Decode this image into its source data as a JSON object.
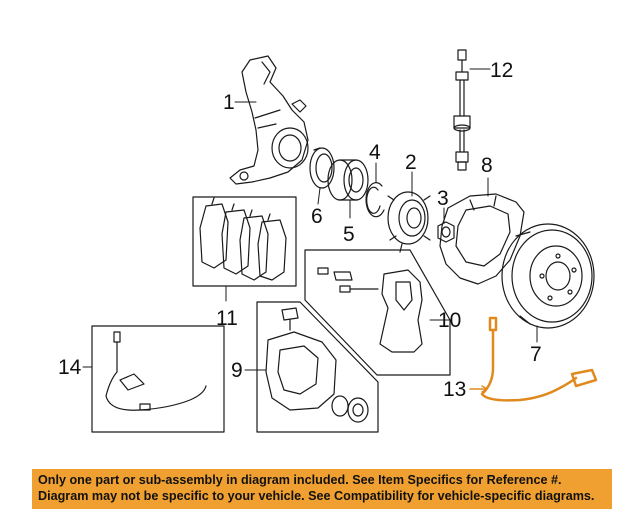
{
  "callouts": {
    "c1": "1",
    "c2": "2",
    "c3": "3",
    "c4": "4",
    "c5": "5",
    "c6": "6",
    "c7": "7",
    "c8": "8",
    "c9": "9",
    "c10": "10",
    "c11": "11",
    "c12": "12",
    "c13": "13",
    "c14": "14"
  },
  "banner": {
    "line1": "Only one part or sub-assembly in diagram included. See Item Specifics for Reference #.",
    "line2": "Diagram may not be specific to your vehicle. See Compatibility for vehicle-specific diagrams."
  },
  "colors": {
    "banner_bg": "#f0a030",
    "highlight": "#e08a1e",
    "line": "#1a1a1a"
  }
}
